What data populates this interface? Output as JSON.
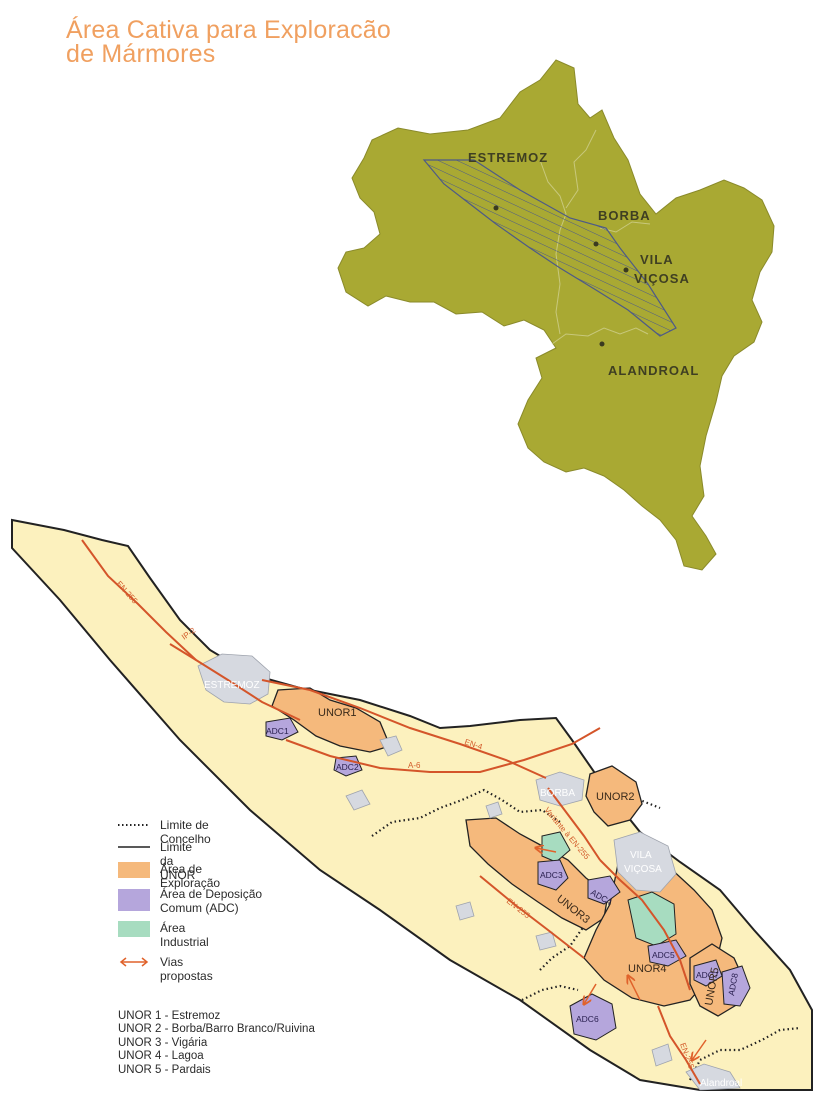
{
  "title": {
    "line1": "Área Cativa para Exploracão",
    "line2": "de Mármores"
  },
  "upper_map": {
    "region_color": "#a9a933",
    "towns": [
      "ESTREMOZ",
      "BORBA",
      "VILA",
      "VIÇOSA",
      "ALANDROAL"
    ]
  },
  "lower_map": {
    "background_color": "#fcf1be",
    "town_labels": [
      "ESTREMOZ",
      "BORBA",
      "VILA",
      "VIÇOSA",
      "Alandroal"
    ],
    "unor_labels": [
      "UNOR1",
      "UNOR2",
      "UNOR3",
      "UNOR4",
      "UNOR5"
    ],
    "adc_labels": [
      "ADC1",
      "ADC2",
      "ADC3",
      "ADC4",
      "ADC5",
      "ADC6",
      "ADC7",
      "ADC8"
    ],
    "road_labels": [
      "EN-255",
      "IP-2",
      "EN-4",
      "A-6",
      "Variante à EN-255",
      "EN-255",
      "EN-255"
    ]
  },
  "legend": {
    "items": [
      {
        "label": "Limite de Concelho",
        "symbol": "dotted-line"
      },
      {
        "label": "Limite da UNOR",
        "symbol": "solid-line"
      },
      {
        "label": "Área de Exploração",
        "symbol": "fill",
        "color": "#f5b97c"
      },
      {
        "label": "Área de Deposição Comum (ADC)",
        "symbol": "fill",
        "color": "#b5a6dc"
      },
      {
        "label": "Área Industrial",
        "symbol": "fill",
        "color": "#a7dcc0"
      },
      {
        "label": "Vias propostas",
        "symbol": "double-arrow",
        "color": "#e0622b"
      }
    ],
    "unor_list": [
      "UNOR 1 - Estremoz",
      "UNOR 2 - Borba/Barro Branco/Ruivina",
      "UNOR 3 - Vigária",
      "UNOR 4 - Lagoa",
      "UNOR 5 - Pardais"
    ]
  }
}
